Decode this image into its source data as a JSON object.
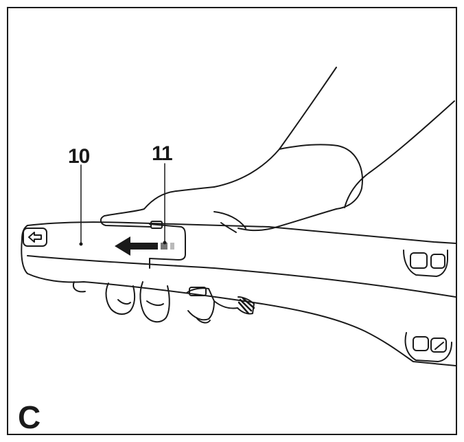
{
  "figure": {
    "panel_letter": "C",
    "callouts": [
      {
        "number": "10"
      },
      {
        "number": "11"
      }
    ]
  },
  "colors": {
    "line": "#1a1a1a",
    "background": "#ffffff"
  },
  "icons": [
    "hand-icon",
    "slide-arrow-icon",
    "handle-icon"
  ]
}
